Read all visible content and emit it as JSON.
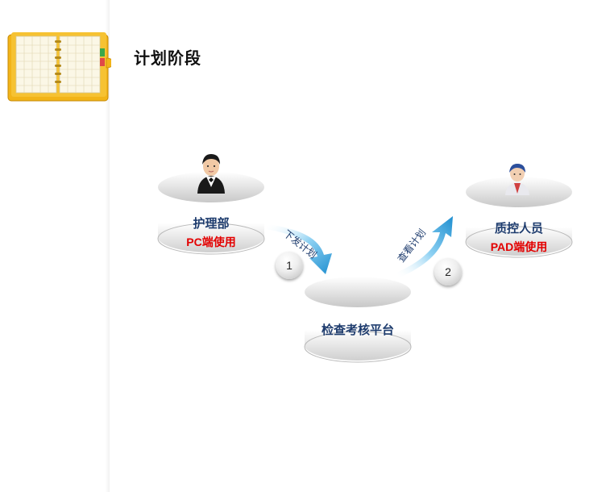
{
  "page_title": "计划阶段",
  "nodes": {
    "nursing": {
      "name": "护理部",
      "device": "PC端使用",
      "person_icon": "doctor-person-icon"
    },
    "platform": {
      "name": "检查考核平台"
    },
    "qc": {
      "name": "质控人员",
      "device": "PAD端使用",
      "person_icon": "staff-person-icon"
    }
  },
  "arrows": [
    {
      "label": "下发计划",
      "step": "1"
    },
    {
      "label": "查看计划",
      "step": "2"
    }
  ],
  "colors": {
    "node_label": "#1e3c6e",
    "device_label": "#e30000",
    "arrow": "#2f9fd8"
  }
}
